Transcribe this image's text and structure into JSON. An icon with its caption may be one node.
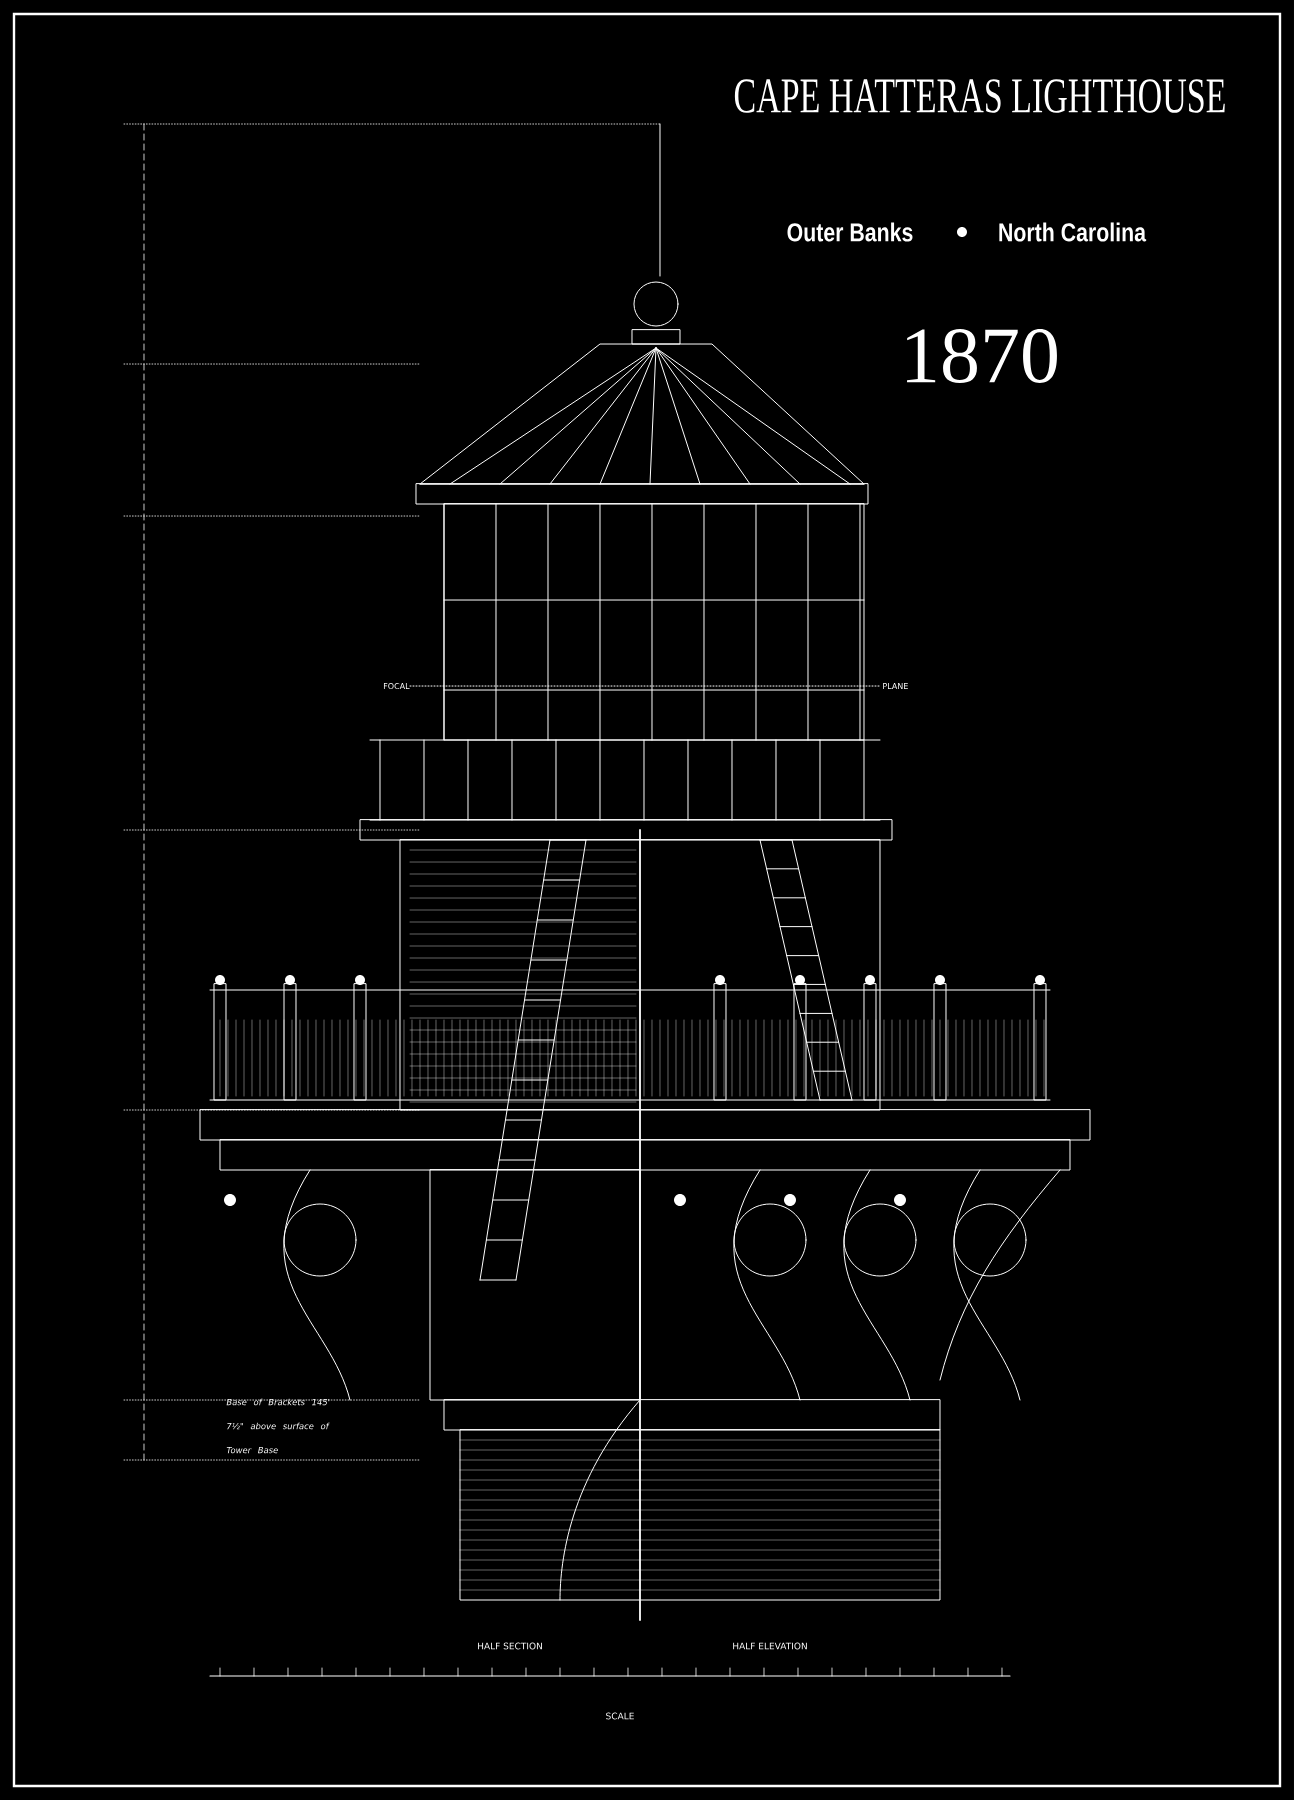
{
  "diagram": {
    "title": "CAPE HATTERAS LIGHTHOUSE",
    "labels": [
      "Outer Banks",
      "North Carolina",
      "1870",
      "FOCAL",
      "PLANE",
      "Base of Brackets 145' 7½\" above surface of Tower Base",
      "HALF SECTION",
      "HALF ELEVATION",
      "SCALE"
    ]
  }
}
